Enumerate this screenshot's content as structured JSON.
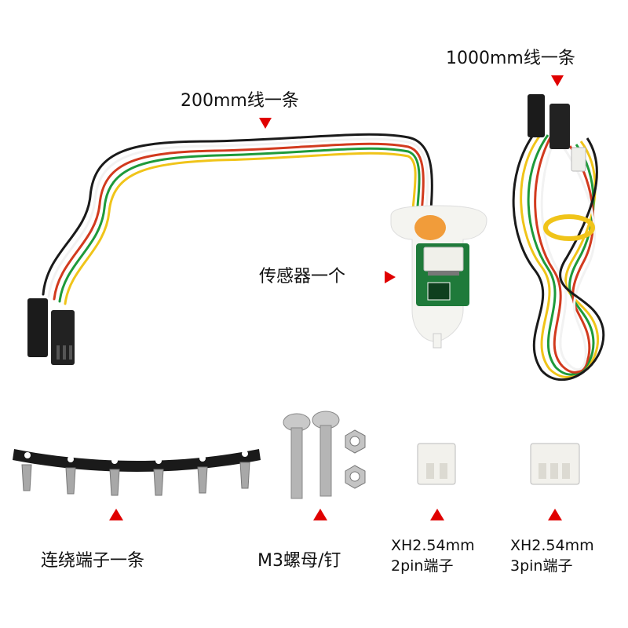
{
  "labels": {
    "cable_1000": "1000mm线一条",
    "cable_200": "200mm线一条",
    "sensor": "传感器一个",
    "terminal_strip": "连绕端子一条",
    "screws": "M3螺母/钉",
    "xh2pin_line1": "XH2.54mm",
    "xh2pin_line2": "2pin端子",
    "xh3pin_line1": "XH2.54mm",
    "xh3pin_line2": "3pin端子"
  },
  "colors": {
    "accent_arrow": "#e00000",
    "wire_black": "#1a1a1a",
    "wire_white": "#f2f2f2",
    "wire_red": "#d23a1e",
    "wire_green": "#1e9a3a",
    "wire_yellow": "#f0c419",
    "pcb_green": "#1f7a3a"
  }
}
